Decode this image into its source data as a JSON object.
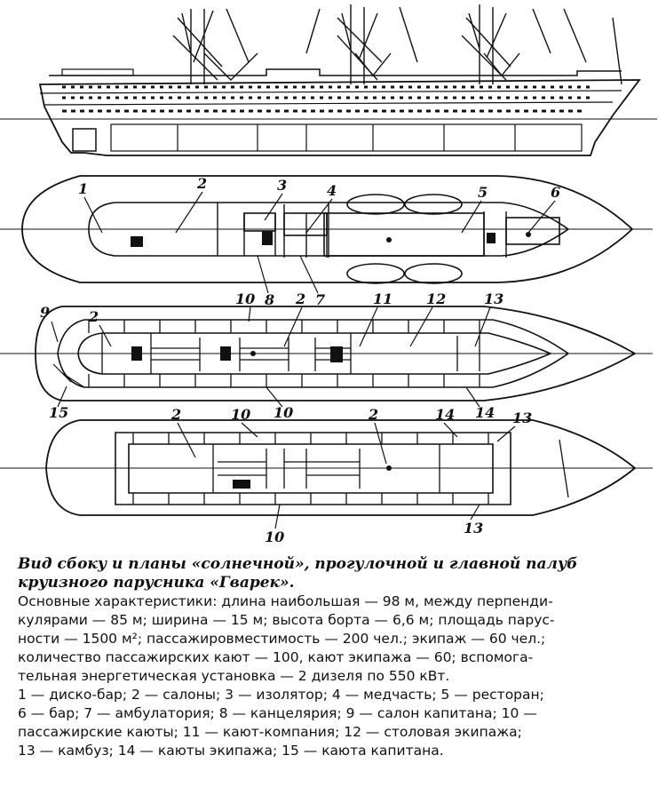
{
  "labels": {
    "deck1": [
      "1",
      "2",
      "3",
      "4",
      "5",
      "6",
      "8",
      "7"
    ],
    "deck2": [
      "10",
      "2",
      "11",
      "12",
      "13",
      "9",
      "2",
      "15",
      "10",
      "14"
    ],
    "deck3": [
      "2",
      "10",
      "2",
      "14",
      "13",
      "10",
      "13"
    ]
  },
  "caption": {
    "title_line1": "Вид сбоку и планы «солнечной», прогулочной и главной палуб",
    "title_line2": "круизного парусника «Гварек».",
    "specs_lines": [
      "Основные характеристики: длина наибольшая — 98 м, между перпенди-",
      "кулярами — 85 м; ширина — 15 м; высота борта — 6,6 м; площадь парус-",
      "ности — 1500 м²; пассажировместимость — 200 чел.; экипаж — 60 чел.;",
      "количество пассажирских кают — 100, кают экипажа — 60; вспомога-",
      "тельная энергетическая установка — 2 дизеля по 550 кВт."
    ],
    "legend_lines": [
      "1 — диско-бар; 2 — салоны; 3 — изолятор; 4 — медчасть; 5 — ресторан;",
      "6 — бар; 7 — амбулатория; 8 — канцелярия; 9 — салон капитана; 10 —",
      "пассажирские каюты; 11 — кают-компания; 12 — столовая экипажа;",
      "13 — камбуз; 14 — каюты экипажа; 15 — каюта капитана."
    ]
  },
  "colors": {
    "ink": "#111111",
    "paper": "#ffffff"
  }
}
